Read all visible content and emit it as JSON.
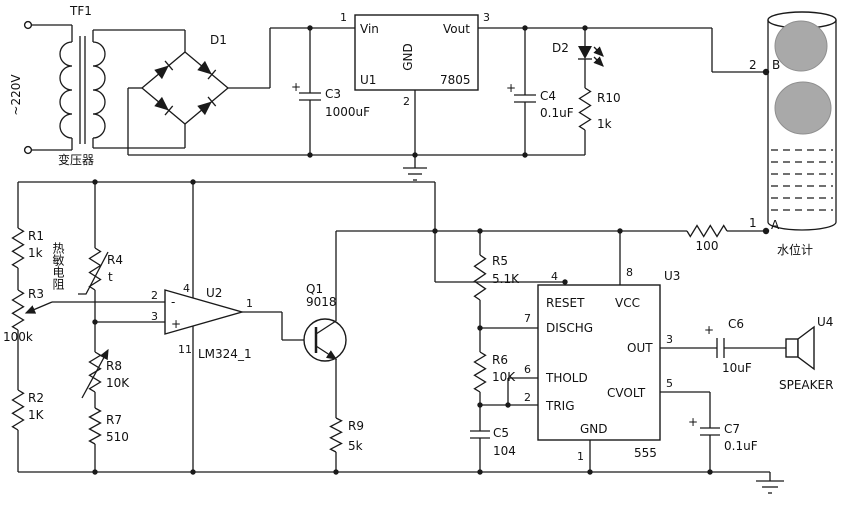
{
  "power": {
    "ac": "~220V",
    "tf1": "TF1",
    "transformer_cn": "变压器",
    "d1": "D1",
    "u1": {
      "ref": "U1",
      "part": "7805",
      "vin": "Vin",
      "vout": "Vout",
      "gnd": "GND",
      "pin1": "1",
      "pin2": "2",
      "pin3": "3"
    },
    "c3": {
      "ref": "C3",
      "value": "1000uF",
      "plus": "+"
    },
    "c4": {
      "ref": "C4",
      "value": "0.1uF",
      "plus": "+"
    },
    "d2": "D2",
    "r10": {
      "ref": "R10",
      "value": "1k"
    }
  },
  "sensor": {
    "b_pin": "2",
    "b": "B",
    "a_pin": "1",
    "a": "A",
    "r_series": "100",
    "gauge_cn": "水位计"
  },
  "amp": {
    "r1": {
      "ref": "R1",
      "value": "1k"
    },
    "r3": {
      "ref": "R3",
      "value": "100k"
    },
    "r2": {
      "ref": "R2",
      "value": "1K"
    },
    "r4": {
      "ref": "R4",
      "value": "t"
    },
    "thermistor_cn": "热敏电阻",
    "r8": {
      "ref": "R8",
      "value": "10K"
    },
    "r7": {
      "ref": "R7",
      "value": "510"
    },
    "u2": {
      "ref": "U2",
      "part": "LM324_1",
      "pin1": "1",
      "pin2": "2",
      "pin3": "3",
      "pin4": "4",
      "pin11": "11",
      "plus": "+",
      "minus": "-"
    }
  },
  "driver": {
    "q1": {
      "ref": "Q1",
      "part": "9018"
    },
    "r9": {
      "ref": "R9",
      "value": "5k"
    }
  },
  "timer": {
    "u3": {
      "ref": "U3",
      "part": "555",
      "reset": "RESET",
      "vcc": "VCC",
      "dischg": "DISCHG",
      "out": "OUT",
      "thold": "THOLD",
      "cvolt": "CVOLT",
      "trig": "TRIG",
      "gnd": "GND",
      "p4": "4",
      "p8": "8",
      "p7": "7",
      "p6": "6",
      "p2": "2",
      "p3": "3",
      "p5": "5",
      "p1": "1"
    },
    "r5": {
      "ref": "R5",
      "value": "5.1K"
    },
    "r6": {
      "ref": "R6",
      "value": "10K"
    },
    "c5": {
      "ref": "C5",
      "value": "104"
    },
    "c6": {
      "ref": "C6",
      "value": "10uF",
      "plus": "+"
    },
    "c7": {
      "ref": "C7",
      "value": "0.1uF",
      "plus": "+"
    }
  },
  "output": {
    "u4": "U4",
    "speaker": "SPEAKER"
  }
}
